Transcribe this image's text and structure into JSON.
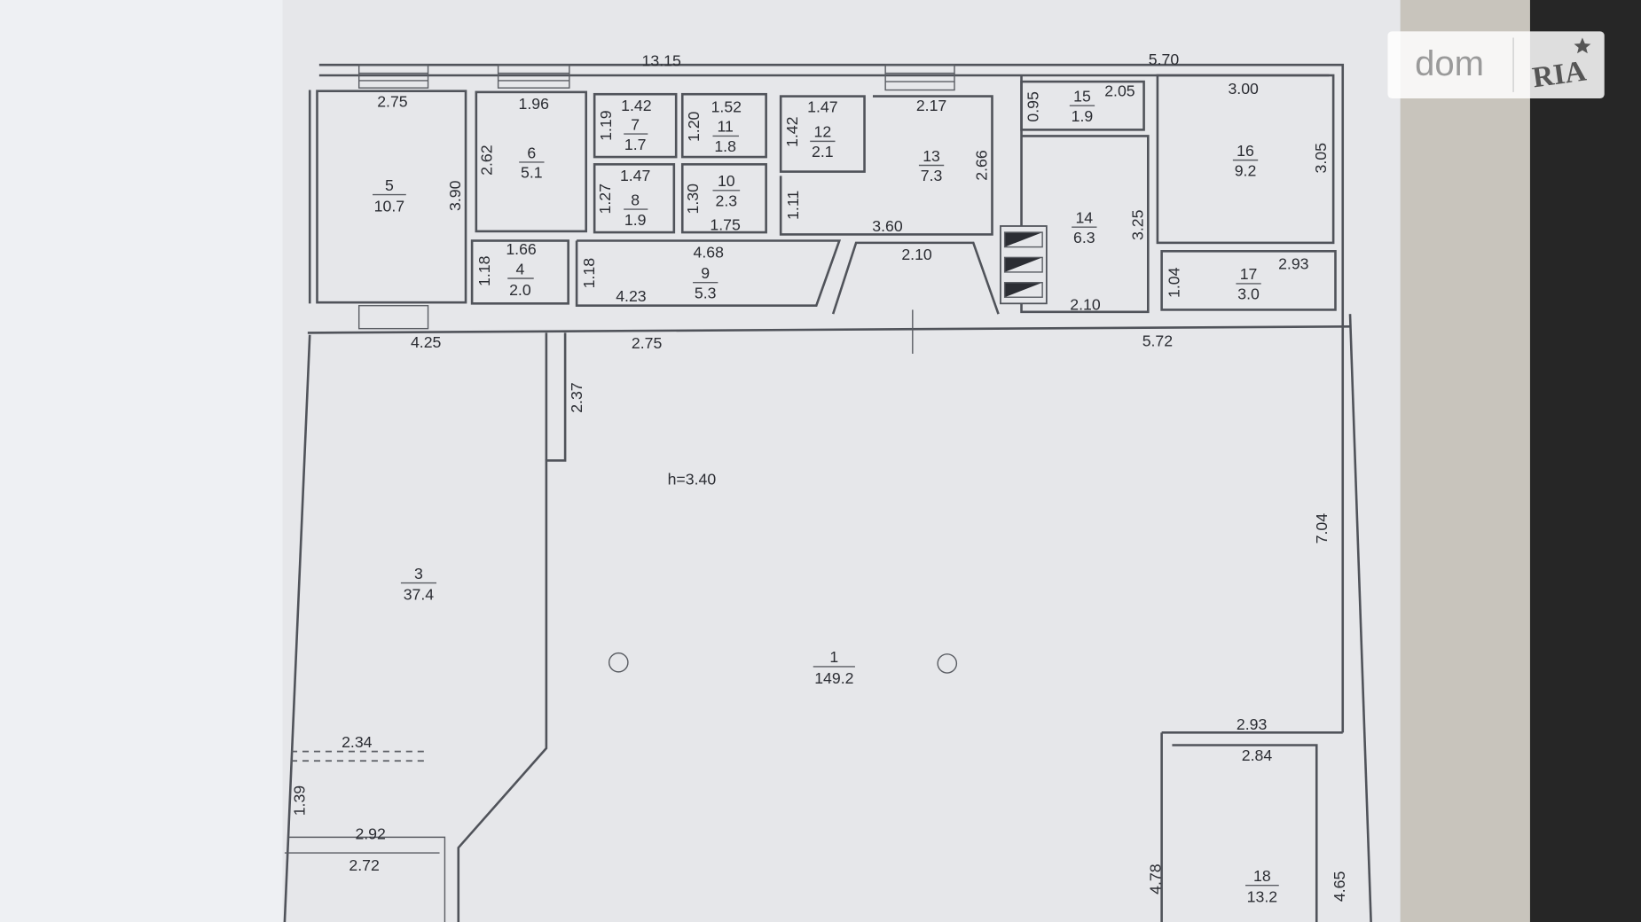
{
  "plan": {
    "height_label": "h=3.40",
    "rooms": [
      {
        "number": "1",
        "area": "149.2"
      },
      {
        "number": "3",
        "area": "37.4"
      },
      {
        "number": "4",
        "area": "2.0"
      },
      {
        "number": "5",
        "area": "10.7"
      },
      {
        "number": "6",
        "area": "5.1"
      },
      {
        "number": "7",
        "area": "1.7"
      },
      {
        "number": "8",
        "area": "1.9"
      },
      {
        "number": "9",
        "area": "5.3"
      },
      {
        "number": "10",
        "area": "2.3"
      },
      {
        "number": "11",
        "area": "1.8"
      },
      {
        "number": "12",
        "area": "2.1"
      },
      {
        "number": "13",
        "area": "7.3"
      },
      {
        "number": "14",
        "area": "6.3"
      },
      {
        "number": "15",
        "area": "1.9"
      },
      {
        "number": "16",
        "area": "9.2"
      },
      {
        "number": "17",
        "area": "3.0"
      },
      {
        "number": "18",
        "area": "13.2"
      }
    ],
    "dims_h": [
      "13.15",
      "5.70",
      "2.75",
      "1.96",
      "1.42",
      "1.52",
      "1.47",
      "2.17",
      "2.05",
      "3.00",
      "1.47",
      "1.75",
      "3.60",
      "1.66",
      "4.68",
      "2.10",
      "2.93",
      "4.23",
      "2.10",
      "4.25",
      "2.75",
      "5.72",
      "2.34",
      "2.93",
      "2.84",
      "2.92",
      "2.72"
    ],
    "dims_v": [
      "0.95",
      "1.19",
      "1.20",
      "1.42",
      "2.62",
      "3.90",
      "2.66",
      "3.05",
      "1.27",
      "1.30",
      "1.11",
      "3.25",
      "1.18",
      "1.18",
      "1.04",
      "2.37",
      "7.04",
      "1.39",
      "4.78",
      "4.65"
    ]
  },
  "watermark": {
    "brand_left": "dom",
    "brand_right": "RIA"
  }
}
